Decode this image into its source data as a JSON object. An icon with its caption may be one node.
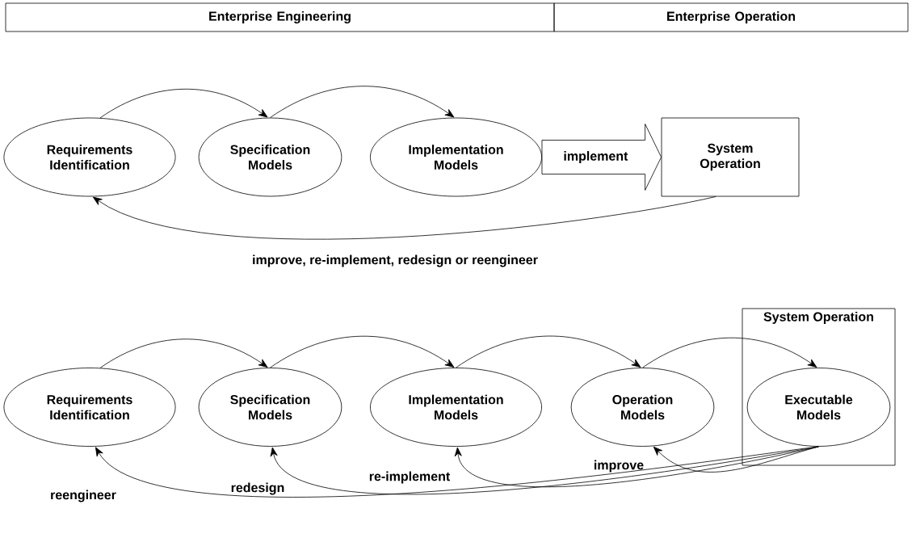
{
  "diagram": {
    "nodes": [
      {
        "text": [
          "Enterprise Engineering"
        ]
      },
      {
        "text": [
          "Enterprise Operation"
        ]
      },
      {
        "text": [
          "Requirements Identification"
        ]
      },
      {
        "text": [
          "Specification Models"
        ]
      },
      {
        "text": [
          "Implementation Models"
        ]
      },
      {
        "text": [
          "System Operation"
        ]
      },
      {
        "text": [
          "System Operation"
        ]
      },
      {
        "text": [
          "Requirements Identification"
        ]
      },
      {
        "text": [
          "Specification Models"
        ]
      },
      {
        "text": [
          "Implementation Models"
        ]
      },
      {
        "text": [
          "Operation Models"
        ]
      },
      {
        "text": [
          "Executable Models"
        ],
        "in": 6
      }
    ],
    "edges": [
      {
        "from": 2,
        "to": 3,
        "arrow": "to"
      },
      {
        "from": 3,
        "to": 4,
        "arrow": "to"
      },
      {
        "from": 4,
        "to": 5,
        "arrow": "to",
        "label": "implement",
        "style": "thick"
      },
      {
        "from": 5,
        "to": 2,
        "arrow": "to",
        "label": "improve, re-implement, redesign or reengineer"
      },
      {
        "from": 7,
        "to": 8,
        "arrow": "to"
      },
      {
        "from": 8,
        "to": 9,
        "arrow": "to"
      },
      {
        "from": 9,
        "to": 10,
        "arrow": "to"
      },
      {
        "from": 10,
        "to": 11,
        "arrow": "to"
      },
      {
        "from": 11,
        "to": 10,
        "arrow": "to",
        "label": "improve"
      },
      {
        "from": 11,
        "to": 9,
        "arrow": "to",
        "label": "re-implement"
      },
      {
        "from": 11,
        "to": 8,
        "arrow": "to",
        "label": "redesign"
      },
      {
        "from": 11,
        "to": 7,
        "arrow": "to",
        "label": "reengineer"
      }
    ]
  }
}
